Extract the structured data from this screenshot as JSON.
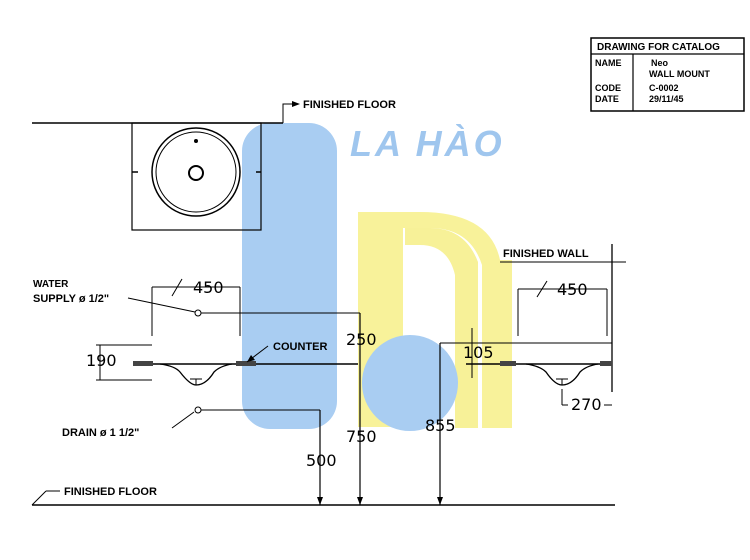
{
  "title_block": {
    "heading": "DRAWING FOR CATALOG",
    "rows": [
      {
        "key": "NAME",
        "value": "Neo"
      },
      {
        "key": "",
        "value": "WALL MOUNT"
      },
      {
        "key": "CODE",
        "value": "C-0002"
      },
      {
        "key": "DATE",
        "value": "29/11/45"
      }
    ]
  },
  "watermark": {
    "text": "LA HÀO",
    "colors": {
      "blue": "#a9cdf2",
      "yellow": "#f8f29a",
      "text": "#9fc6ee"
    }
  },
  "labels": {
    "finished_floor_top": "FINISHED FLOOR",
    "finished_floor_bottom": "FINISHED FLOOR",
    "finished_wall": "FINISHED WALL",
    "water_supply_1": "WATER",
    "water_supply_2": "SUPPLY ø 1/2\"",
    "counter": "COUNTER",
    "drain": "DRAIN ø 1  1/2\""
  },
  "dimensions": {
    "diameter_left": "450",
    "diameter_right": "450",
    "d190": "190",
    "d250": "250",
    "d105": "105",
    "d270": "270",
    "d500": "500",
    "d750": "750",
    "d855": "855"
  }
}
